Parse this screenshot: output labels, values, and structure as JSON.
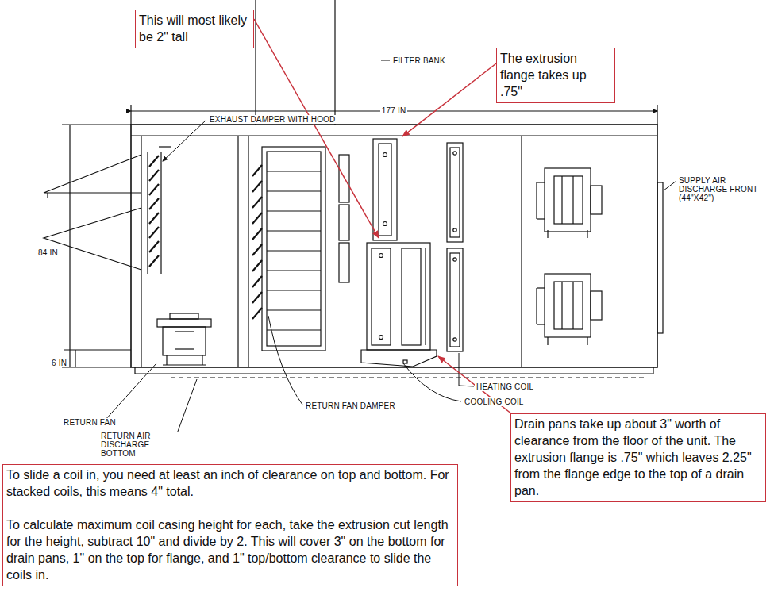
{
  "diagram": {
    "nodes": [
      {
        "text": [
          "This will most likely be 2\" tall"
        ]
      },
      {
        "text": [
          "The extrusion flange takes up .75\""
        ]
      },
      {
        "text": [
          "Drain pans take up about 3\" worth of clearance from the floor of the unit. The extrusion flange is .75\" which leaves 2.25\" from the flange edge to the top of a drain pan."
        ]
      },
      {
        "text": [
          "To slide a coil in, you need at least an inch of clearance on top and bottom. For stacked coils, this means 4\" total.",
          "To calculate maximum coil casing height for each, take the extrusion cut length for the height, subtract 10\" and divide by 2. This will cover 3\" on the bottom for drain pans, 1\" on the top for flange, and 1\" top/bottom clearance to slide the coils in."
        ]
      }
    ],
    "labels": [
      "FILTER BANK",
      "177 IN",
      "EXHAUST DAMPER WITH HOOD",
      "84 IN",
      "6 IN",
      "SUPPLY AIR DISCHARGE FRONT (44\"X42\")",
      "HEATING COIL",
      "COOLING COIL",
      "RETURN FAN DAMPER",
      "RETURN FAN",
      "RETURN AIR DISCHARGE BOTTOM"
    ]
  }
}
